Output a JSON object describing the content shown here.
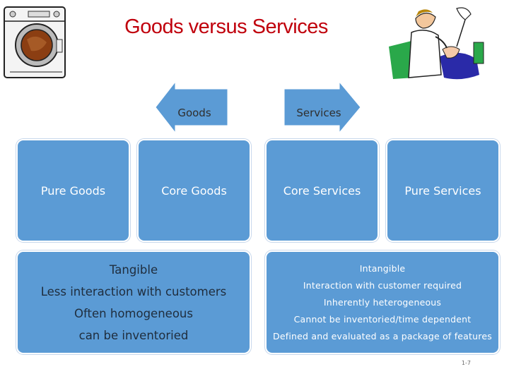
{
  "title": "Goods versus Services",
  "arrows": {
    "goods_label": "Goods",
    "services_label": "Services"
  },
  "categories": [
    "Pure Goods",
    "Core Goods",
    "Core Services",
    "Pure Services"
  ],
  "goods_traits": [
    "Tangible",
    "Less interaction with customers",
    "Often homogeneous",
    "can be inventoried"
  ],
  "services_traits": [
    "Intangible",
    "Interaction with customer required",
    "Inherently heterogeneous",
    "Cannot be inventoried/time dependent",
    "Defined and evaluated as a package of features"
  ],
  "page_number": "1-7",
  "colors": {
    "title": "#c0000c",
    "box_fill": "#5b9bd5",
    "arrow_fill": "#5b9bd5"
  },
  "icons": [
    "washing-machine-icon",
    "dentist-patient-icon"
  ]
}
